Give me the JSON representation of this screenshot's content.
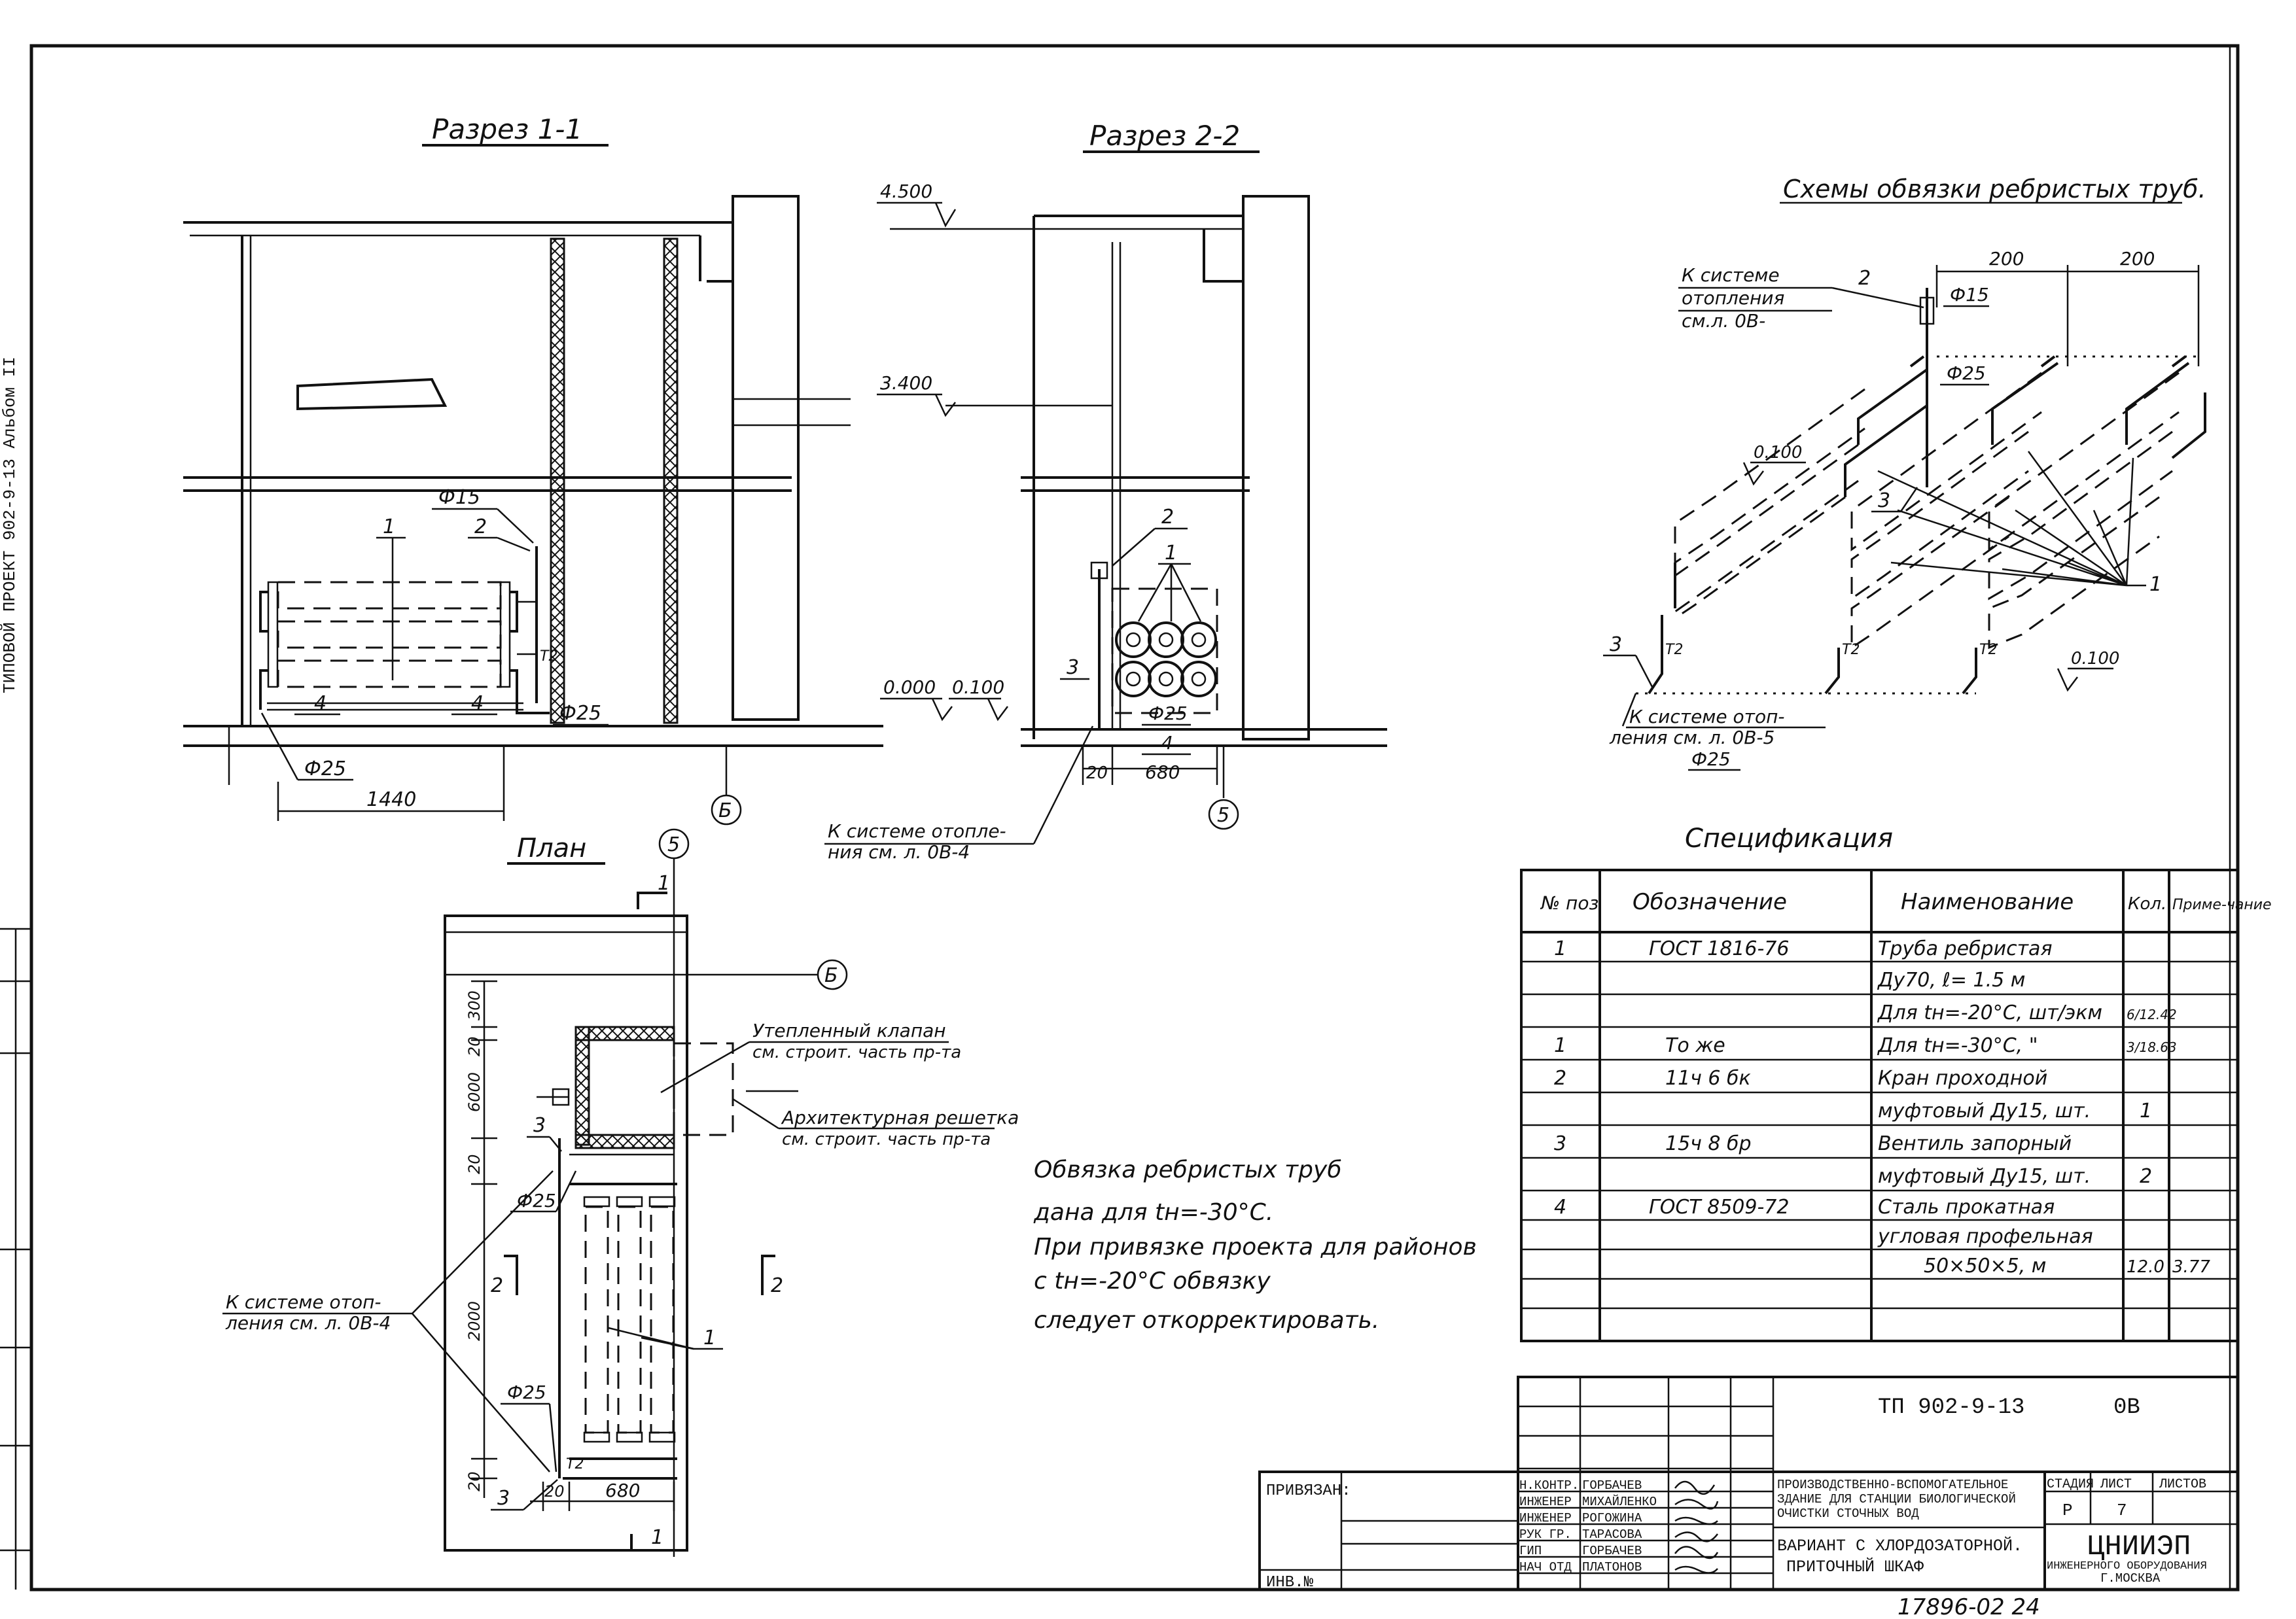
{
  "side": {
    "text": "ТИПОВОЙ ПРОЕКТ 902-9-13  Альбом II"
  },
  "section1": {
    "title": "Разрез 1-1",
    "label_d15": "Ф15",
    "label_2": "2",
    "label_1": "1",
    "label_4a": "4",
    "label_4b": "4",
    "label_d25a": "Ф25",
    "label_d25b": "Ф25",
    "dim_1440": "1440",
    "axis_b": "Б",
    "label_t2": "T2"
  },
  "section2": {
    "title": "Разрез 2-2",
    "lev_4500": "4.500",
    "lev_3400": "3.400",
    "lev_0000": "0.000",
    "lev_0100": "0.100",
    "label_2": "2",
    "label_1": "1",
    "label_3": "3",
    "label_4": "4",
    "label_d25": "Ф25",
    "dim_20": "20",
    "dim_680": "680",
    "axis_5": "5",
    "note": "К системе отопле-",
    "note2": "ния см. л. 0В-4"
  },
  "plan": {
    "title": "План",
    "axis_5": "5",
    "axis_b": "Б",
    "cut1_top": "1",
    "cut1_bot": "1",
    "cut2_left": "2",
    "cut2_right": "2",
    "dim_300": "300",
    "dim_20a": "20",
    "dim_6000": "6000",
    "dim_20b": "20",
    "dim_2000": "2000",
    "dim_20c": "20",
    "dim_20d": "20",
    "dim_680": "680",
    "label_3a": "3",
    "label_3b": "3",
    "label_d25a": "Ф25",
    "label_d25b": "Ф25",
    "label_1": "1",
    "label_t2": "T2",
    "valve_1": "Утепленный клапан",
    "valve_2": "см. строит. часть пр-та",
    "grille_1": "Архитектурная решетка",
    "grille_2": "см. строит. часть пр-та",
    "heat_1": "К системе отоп-",
    "heat_2": "ления см. л. 0В-4"
  },
  "scheme": {
    "title": "Схемы обвязки ребристых труб.",
    "dim_200a": "200",
    "dim_200b": "200",
    "to_heat_1": "К системе",
    "to_heat_2": "отопления",
    "to_heat_3": "см.л. 0В-",
    "label_2": "2",
    "label_d15": "Ф15",
    "label_d25": "Ф25",
    "lev_0100a": "0.100",
    "label_3a": "3",
    "label_3b": "3",
    "label_1": "1",
    "lev_0100b": "0.100",
    "bottom_1": "К системе отоп-",
    "bottom_2": "ления см. л. 0В-5",
    "bottom_d25": "Ф25",
    "t2a": "T2",
    "t2b": "T2",
    "t2c": "T2"
  },
  "notes": {
    "lines": [
      "Обвязка ребристых труб",
      "дана для tн=-30°С.",
      "При привязке проекта для районов",
      "с tн=-20°С обвязку",
      "следует откорректировать."
    ]
  },
  "spec": {
    "title": "Спецификация",
    "headers": [
      "№ поз",
      "Обозначение",
      "Наименование",
      "Кол.",
      "Приме-чание"
    ],
    "rows": [
      {
        "pos": "1",
        "code": "ГОСТ   1816-76",
        "name": "Труба ребристая",
        "qty": "",
        "note": ""
      },
      {
        "pos": "",
        "code": "",
        "name": "Ду70, ℓ= 1.5 м",
        "qty": "",
        "note": ""
      },
      {
        "pos": "",
        "code": "",
        "name": "Для tн=-20°С,  шт/экм",
        "qty": "6/12.42",
        "note": ""
      },
      {
        "pos": "1",
        "code": "То  же",
        "name": "Для tн=-30°С,      \"",
        "qty": "3/18.63",
        "note": ""
      },
      {
        "pos": "2",
        "code": "11ч 6 бк",
        "name": "Кран проходной",
        "qty": "",
        "note": ""
      },
      {
        "pos": "",
        "code": "",
        "name": "муфтовый  Ду15,  шт.",
        "qty": "1",
        "note": ""
      },
      {
        "pos": "3",
        "code": "15ч 8 бр",
        "name": "Вентиль запорный",
        "qty": "",
        "note": ""
      },
      {
        "pos": "",
        "code": "",
        "name": "муфтовый   Ду15,   шт.",
        "qty": "2",
        "note": ""
      },
      {
        "pos": "4",
        "code": "ГОСТ  8509-72",
        "name": "Сталь прокатная",
        "qty": "",
        "note": ""
      },
      {
        "pos": "",
        "code": "",
        "name": "угловая профельная",
        "qty": "",
        "note": ""
      },
      {
        "pos": "",
        "code": "",
        "name": "50×50×5, м",
        "qty": "12.0",
        "note": "3.77"
      },
      {
        "pos": "",
        "code": "",
        "name": "",
        "qty": "",
        "note": ""
      },
      {
        "pos": "",
        "code": "",
        "name": "",
        "qty": "",
        "note": ""
      }
    ]
  },
  "stamp": {
    "privyazan": "ПРИВЯЗАН:",
    "inv": "ИНВ.№",
    "doc_code": "ТП 902-9-13",
    "sheet_code": "0В",
    "project_1": "ПРОИЗВОДСТВЕННО-ВСПОМОГАТЕЛЬНОЕ",
    "project_2": "ЗДАНИЕ ДЛЯ СТАНЦИИ БИОЛОГИЧЕСКОЙ",
    "project_3": "ОЧИСТКИ СТОЧНЫХ ВОД",
    "variant_1": "ВАРИАНТ С ХЛОРДОЗАТОРНОЙ.",
    "variant_2": "ПРИТОЧНЫЙ ШКАФ",
    "stage_h": "СТАДИЯ",
    "sheet_h": "ЛИСТ",
    "sheets_h": "ЛИСТОВ",
    "stage": "Р",
    "sheet": "7",
    "sheets": "",
    "org_1": "ЦНИИЭП",
    "org_2": "ИНЖЕНЕРНОГО ОБОРУДОВАНИЯ",
    "org_3": "Г.МОСКВА",
    "people": [
      {
        "role": "Н.КОНТР.",
        "name": "ГОРБАЧЕВ"
      },
      {
        "role": "ИНЖЕНЕР",
        "name": "МИХАЙЛЕНКО"
      },
      {
        "role": "ИНЖЕНЕР",
        "name": "РОГОЖИНА"
      },
      {
        "role": "РУК ГР.",
        "name": "ТАРАСОВА"
      },
      {
        "role": "ГИП",
        "name": "ГОРБАЧЕВ"
      },
      {
        "role": "НАЧ ОТД",
        "name": "ПЛАТОНОВ"
      }
    ],
    "archive": "17896-02  24"
  }
}
